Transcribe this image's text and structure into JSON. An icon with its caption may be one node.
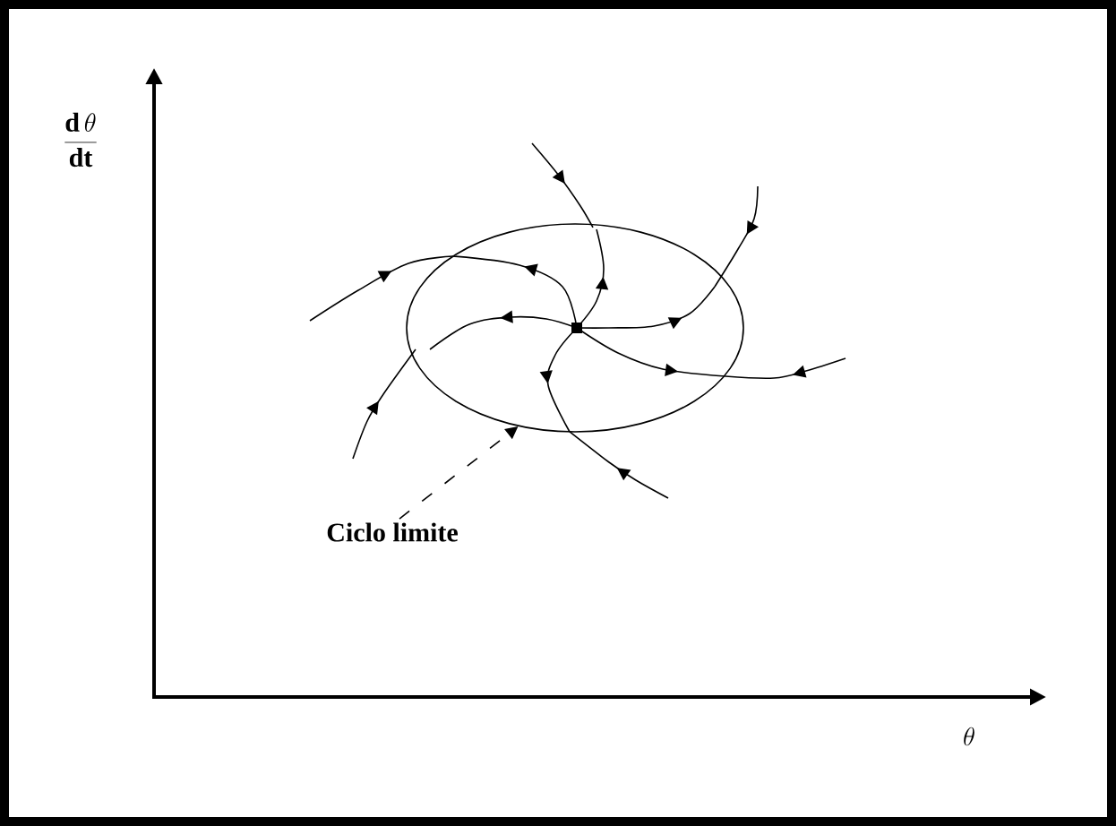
{
  "diagram": {
    "nodes": [
      {
        "text": [
          "Ciclo limite"
        ]
      },
      {
        "text": [],
        "shape": "ellipse"
      }
    ],
    "edges": [
      {
        "from": 0,
        "to": 1,
        "arrow": "to",
        "style": "dashed"
      }
    ],
    "labels": [
      "\\frac{\\mathbf{d}\\,\\theta}{\\mathbf{dt}}",
      "\\theta"
    ]
  }
}
